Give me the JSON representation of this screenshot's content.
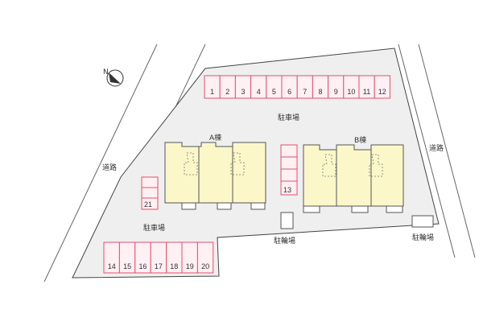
{
  "north_mark": "N",
  "roads": {
    "left_label": "道路",
    "right_label": "道路"
  },
  "parking": {
    "label_top": "駐車場",
    "label_bottom": "駐車場",
    "top_row": [
      "1",
      "2",
      "3",
      "4",
      "5",
      "6",
      "7",
      "8",
      "9",
      "10",
      "11",
      "12"
    ],
    "middle_spot": "13",
    "bottom_row": [
      "14",
      "15",
      "16",
      "17",
      "18",
      "19",
      "20"
    ],
    "left_spot": "21"
  },
  "buildings": {
    "a_label": "A棟",
    "b_label": "B棟"
  },
  "bike_parking": {
    "left_label": "駐輪場",
    "right_label": "駐輪場"
  },
  "colors": {
    "parking_border": "#e0506e",
    "parking_fill": "#fff0f3",
    "building_fill": "#fbf7c9",
    "lot_fill": "#efefef"
  }
}
